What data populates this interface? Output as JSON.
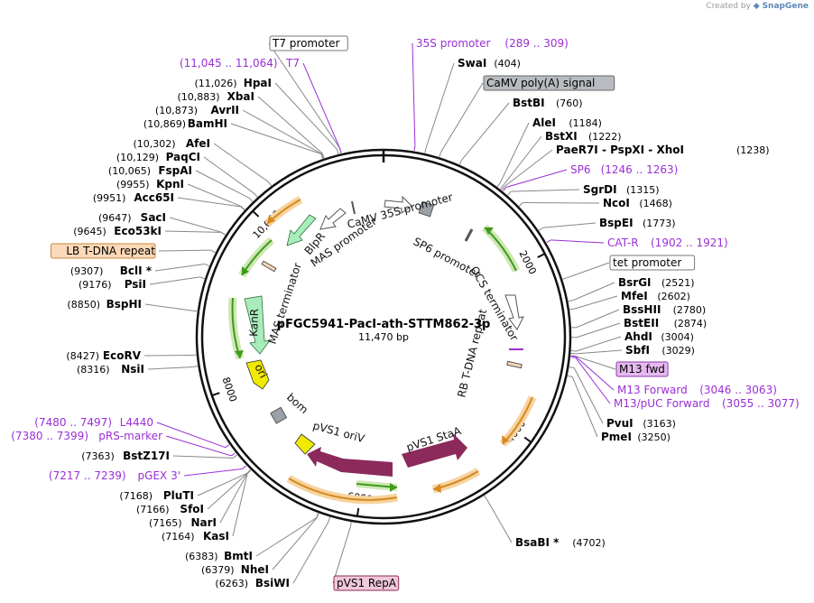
{
  "brand": {
    "prefix": "Created by",
    "name": "SnapGene"
  },
  "plasmid": {
    "name": "pFGC5941-PacI-ath-STTM862-3p",
    "length": "11,470 bp"
  },
  "colors": {
    "primer": "#9a2fd6",
    "backbone": "#111111",
    "orf_green": "#3f9a1e",
    "orf_orange": "#d58a1f",
    "ori_maroon": "#8b2a5b",
    "ori_yellow": "#f0ea00",
    "kanr_green": "#a9ecbb",
    "repeat_box": "#fcd9b8",
    "gray_box": "#9aa1a8"
  },
  "size_ticks": [
    {
      "label": "2000",
      "pos": 2000
    },
    {
      "label": "4000",
      "pos": 4000
    },
    {
      "label": "6000",
      "pos": 6000
    },
    {
      "label": "8000",
      "pos": 8000
    },
    {
      "label": "10,000",
      "pos": 10000
    }
  ],
  "right_labels": [
    {
      "kind": "primer",
      "text": "35S promoter",
      "pos": "(289 .. 309)"
    },
    {
      "kind": "enzyme",
      "text": "SwaI",
      "pos": "(404)"
    },
    {
      "kind": "grayfeat",
      "text": "CaMV poly(A) signal",
      "pos": ""
    },
    {
      "kind": "enzyme",
      "text": "BstBI",
      "pos": "(760)"
    },
    {
      "kind": "enzyme",
      "text": "AleI",
      "pos": "(1184)"
    },
    {
      "kind": "enzyme",
      "text": "BstXI",
      "pos": "(1222)"
    },
    {
      "kind": "enzyme",
      "text": "PaeR7I  -  PspXI  -  XhoI",
      "pos": "(1238)"
    },
    {
      "kind": "primer",
      "text": "SP6",
      "pos": "(1246 .. 1263)"
    },
    {
      "kind": "enzyme",
      "text": "SgrDI",
      "pos": "(1315)"
    },
    {
      "kind": "enzyme",
      "text": "NcoI",
      "pos": "(1468)"
    },
    {
      "kind": "enzyme",
      "text": "BspEI",
      "pos": "(1773)"
    },
    {
      "kind": "primer",
      "text": "CAT-R",
      "pos": "(1902 .. 1921)"
    },
    {
      "kind": "boxfeat",
      "text": "tet promoter",
      "pos": ""
    },
    {
      "kind": "enzyme",
      "text": "BsrGI",
      "pos": "(2521)"
    },
    {
      "kind": "enzyme",
      "text": "MfeI",
      "pos": "(2602)"
    },
    {
      "kind": "enzyme",
      "text": "BssHII",
      "pos": "(2780)"
    },
    {
      "kind": "enzyme",
      "text": "BstEII",
      "pos": "(2874)"
    },
    {
      "kind": "enzyme",
      "text": "AhdI",
      "pos": "(3004)"
    },
    {
      "kind": "enzyme",
      "text": "SbfI",
      "pos": "(3029)"
    },
    {
      "kind": "purplefeat",
      "text": "M13 fwd",
      "pos": ""
    },
    {
      "kind": "primer",
      "text": "M13 Forward",
      "pos": "(3046 .. 3063)"
    },
    {
      "kind": "primer",
      "text": "M13/pUC Forward",
      "pos": "(3055 .. 3077)"
    },
    {
      "kind": "enzyme",
      "text": "PvuI",
      "pos": "(3163)"
    },
    {
      "kind": "enzyme",
      "text": "PmeI",
      "pos": "(3250)"
    },
    {
      "kind": "enzyme",
      "text": "BsaBI *",
      "pos": "(4702)"
    }
  ],
  "left_labels": [
    {
      "kind": "boxfeat",
      "text": "T7 promoter",
      "pos": ""
    },
    {
      "kind": "primer",
      "text": "T7",
      "pos": "(11,045 .. 11,064)"
    },
    {
      "kind": "enzyme",
      "text": "HpaI",
      "pos": "(11,026)"
    },
    {
      "kind": "enzyme",
      "text": "XbaI",
      "pos": "(10,883)"
    },
    {
      "kind": "enzyme",
      "text": "AvrII",
      "pos": "(10,873)"
    },
    {
      "kind": "enzyme",
      "text": "BamHI",
      "pos": "(10,869)"
    },
    {
      "kind": "enzyme",
      "text": "AfeI",
      "pos": "(10,302)"
    },
    {
      "kind": "enzyme",
      "text": "PaqCI",
      "pos": "(10,129)"
    },
    {
      "kind": "enzyme",
      "text": "FspAI",
      "pos": "(10,065)"
    },
    {
      "kind": "enzyme",
      "text": "KpnI",
      "pos": "(9955)"
    },
    {
      "kind": "enzyme",
      "text": "Acc65I",
      "pos": "(9951)"
    },
    {
      "kind": "enzyme",
      "text": "SacI",
      "pos": "(9647)"
    },
    {
      "kind": "enzyme",
      "text": "Eco53kI",
      "pos": "(9645)"
    },
    {
      "kind": "orangefeat",
      "text": "LB T-DNA repeat",
      "pos": ""
    },
    {
      "kind": "enzyme",
      "text": "BclI *",
      "pos": "(9307)"
    },
    {
      "kind": "enzyme",
      "text": "PsiI",
      "pos": "(9176)"
    },
    {
      "kind": "enzyme",
      "text": "BspHI",
      "pos": "(8850)"
    },
    {
      "kind": "enzyme",
      "text": "EcoRV",
      "pos": "(8427)"
    },
    {
      "kind": "enzyme",
      "text": "NsiI",
      "pos": "(8316)"
    },
    {
      "kind": "primer",
      "text": "L4440",
      "pos": "(7480 .. 7497)"
    },
    {
      "kind": "primer",
      "text": "pRS-marker",
      "pos": "(7380 .. 7399)"
    },
    {
      "kind": "enzyme",
      "text": "BstZ17I",
      "pos": "(7363)"
    },
    {
      "kind": "primer",
      "text": "pGEX 3'",
      "pos": "(7217 .. 7239)"
    },
    {
      "kind": "enzyme",
      "text": "PluTI",
      "pos": "(7168)"
    },
    {
      "kind": "enzyme",
      "text": "SfoI",
      "pos": "(7166)"
    },
    {
      "kind": "enzyme",
      "text": "NarI",
      "pos": "(7165)"
    },
    {
      "kind": "enzyme",
      "text": "KasI",
      "pos": "(7164)"
    },
    {
      "kind": "enzyme",
      "text": "BmtI",
      "pos": "(6383)"
    },
    {
      "kind": "enzyme",
      "text": "NheI",
      "pos": "(6379)"
    },
    {
      "kind": "enzyme",
      "text": "BsiWI",
      "pos": "(6263)"
    },
    {
      "kind": "maroonfeat",
      "text": "pVS1 RepA",
      "pos": ""
    }
  ],
  "inner_features": [
    {
      "text": "CaMV 35S promoter"
    },
    {
      "text": "SP6 promoter"
    },
    {
      "text": "OCS terminator"
    },
    {
      "text": "RB T-DNA repeat"
    },
    {
      "text": "pVS1 StaA"
    },
    {
      "text": "pVS1 oriV"
    },
    {
      "text": "bom"
    },
    {
      "text": "ori"
    },
    {
      "text": "KanR"
    },
    {
      "text": "MAS terminator"
    },
    {
      "text": "BlpR"
    },
    {
      "text": "MAS promoter"
    }
  ]
}
